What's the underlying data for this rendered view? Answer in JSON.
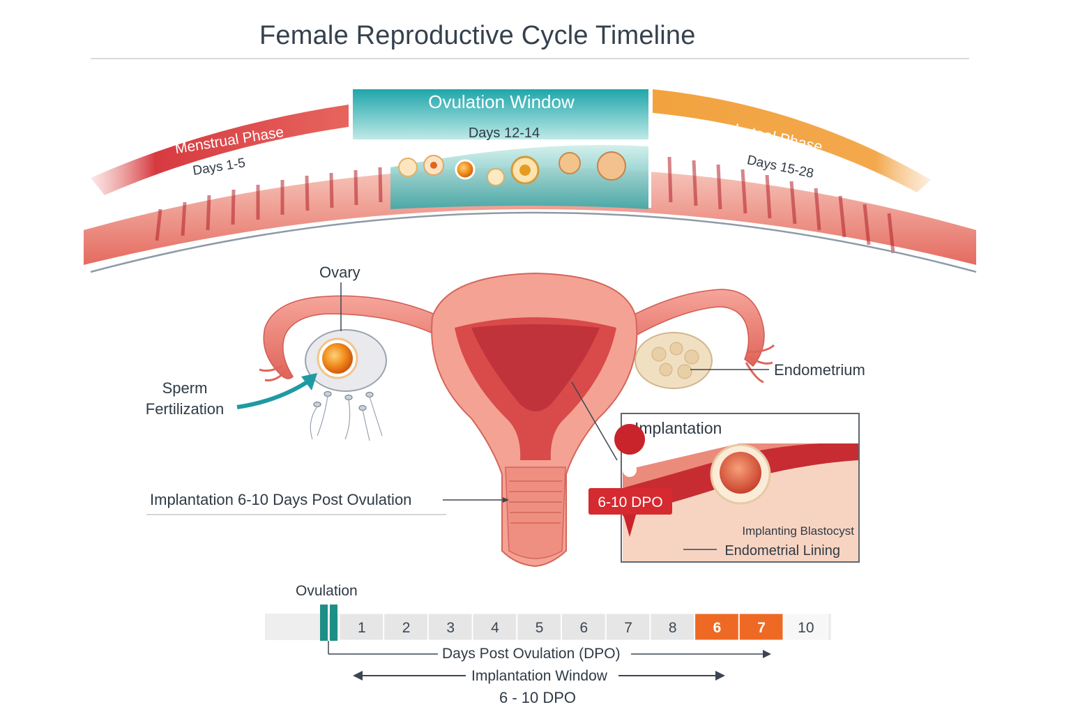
{
  "title": "Female Reproductive Cycle Timeline",
  "phases": [
    {
      "name": "Menstrual Phase",
      "days": "Days 1-5",
      "color": "#d33a3f"
    },
    {
      "name": "Ovulation Window",
      "days": "Days 12-14",
      "color": "#2ab3b5"
    },
    {
      "name": "Luteal Phase",
      "days": "Days 15-28",
      "color": "#f19a2e"
    }
  ],
  "anatomy": {
    "ovary_label": "Ovary",
    "endometrium_label": "Endometrium",
    "sperm_label_line1": "Sperm",
    "sperm_label_line2": "Fertilization",
    "implantation_note": "Implantation 6-10 Days Post Ovulation"
  },
  "inset": {
    "title": "Implantation",
    "badge": "6-10 DPO",
    "blastocyst_label": "Implanting Blastocyst",
    "lining_label": "Endometrial Lining"
  },
  "timeline": {
    "ovulation_label": "Ovulation",
    "days": [
      "1",
      "2",
      "3",
      "4",
      "5",
      "6",
      "7",
      "8",
      "6",
      "7",
      "10"
    ],
    "highlight_color": "#ee6a24",
    "dpo_label": "Days Post Ovulation (DPO)",
    "window_label": "Implantation Window",
    "window_range": "6 - 10 DPO"
  }
}
